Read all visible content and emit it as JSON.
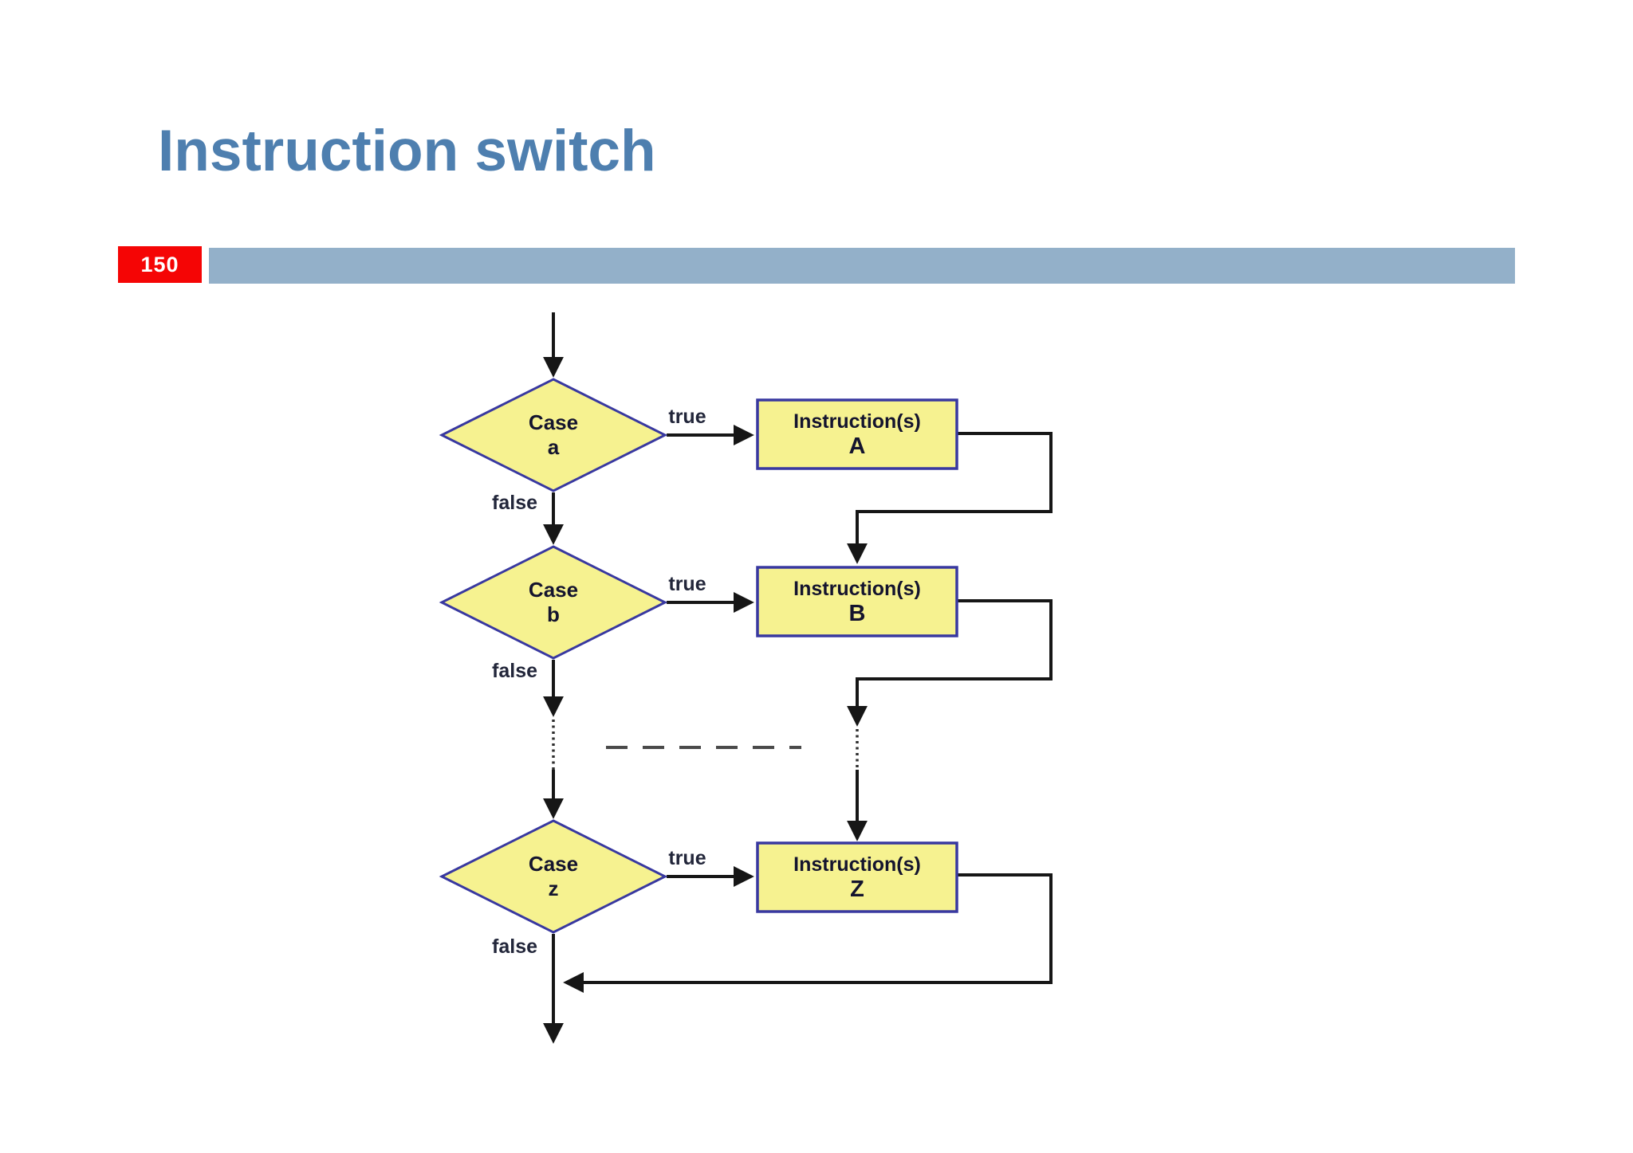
{
  "slide": {
    "title": "Instruction switch",
    "page_badge": "150"
  },
  "colors": {
    "title_text": "#4E7FAF",
    "badge_background": "#F50505",
    "badge_text": "#FFFFFF",
    "header_bar": "#93B0C9",
    "node_fill": "#F6F290",
    "node_border": "#3838A0",
    "node_text": "#14142E",
    "edge_line": "#161616",
    "edge_label_text": "#22263A"
  },
  "flowchart": {
    "edge_labels": {
      "true_label": "true",
      "false_label": "false"
    },
    "decisions": [
      {
        "line1": "Case",
        "line2": "a"
      },
      {
        "line1": "Case",
        "line2": "b"
      },
      {
        "line1": "Case",
        "line2": "z"
      }
    ],
    "processes": [
      {
        "line1": "Instruction(s)",
        "line2": "A"
      },
      {
        "line1": "Instruction(s)",
        "line2": "B"
      },
      {
        "line1": "Instruction(s)",
        "line2": "Z"
      }
    ]
  }
}
